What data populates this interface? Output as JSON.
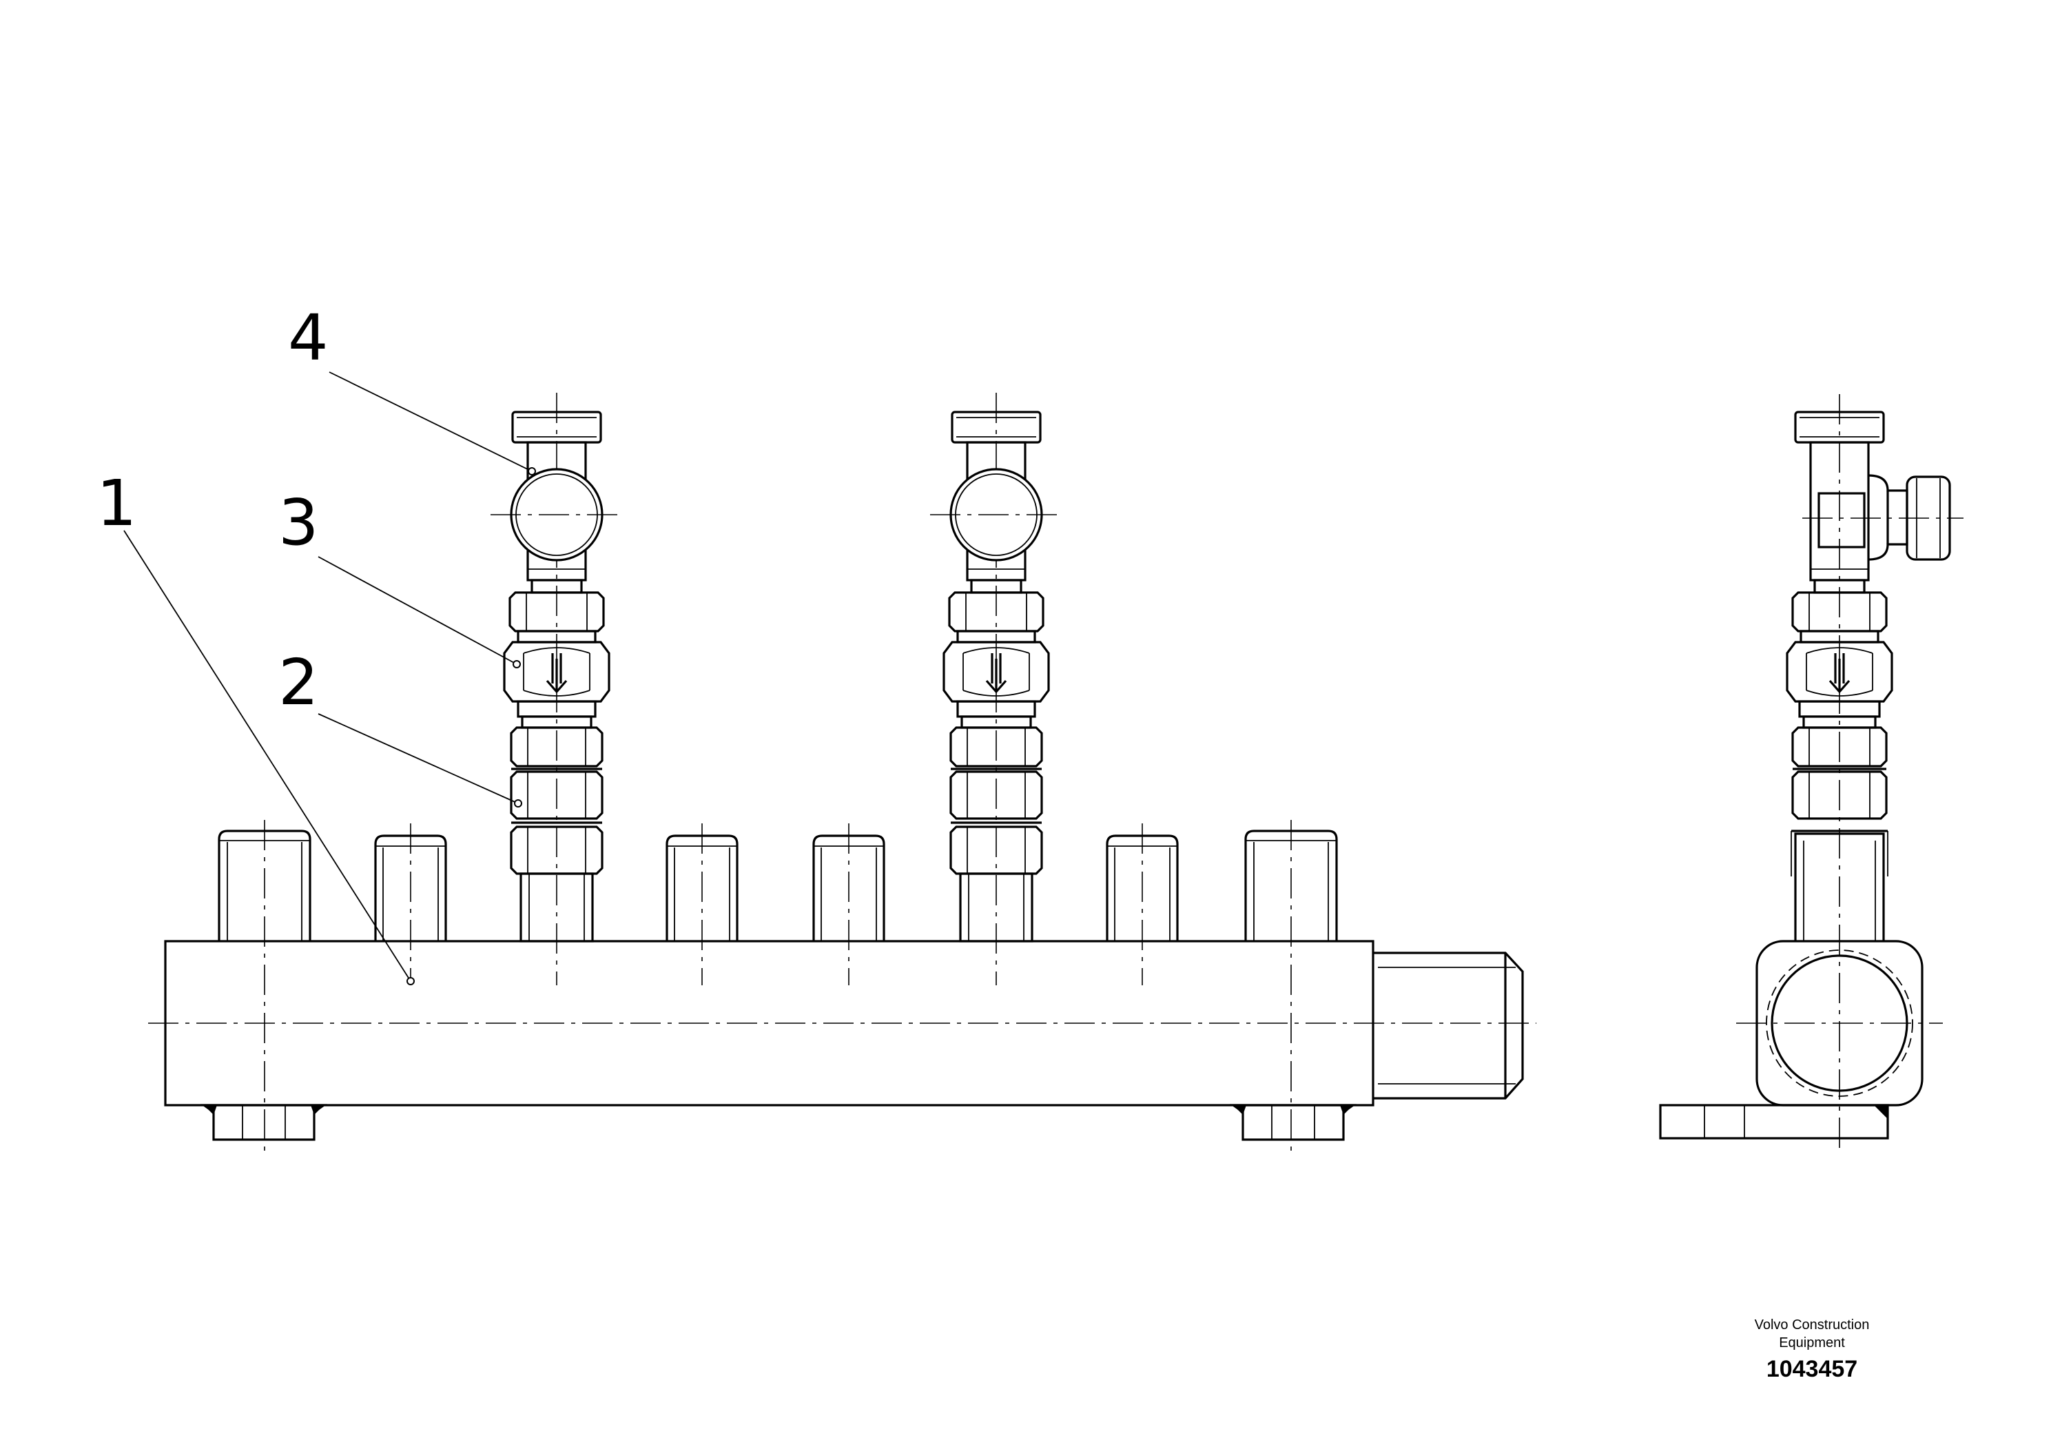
{
  "drawing": {
    "callouts": [
      {
        "label": "1"
      },
      {
        "label": "2"
      },
      {
        "label": "3"
      },
      {
        "label": "4"
      }
    ],
    "publisher": "Volvo Construction Equipment",
    "part_number": "1043457"
  }
}
